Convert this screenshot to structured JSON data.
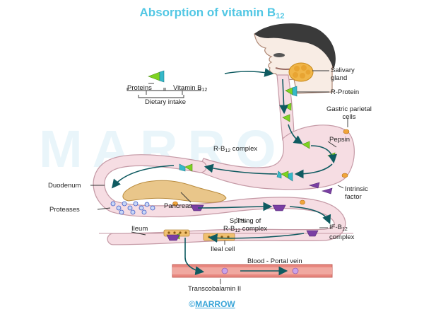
{
  "title": {
    "text": "Absorption of vitamin B",
    "sub": "12"
  },
  "labels": {
    "proteins": "Proteins",
    "vitamin_b12": {
      "text": "Vitamin B",
      "sub": "12"
    },
    "dietary_intake": "Dietary intake",
    "salivary_gland": [
      "Salivary",
      "gland"
    ],
    "r_protein": "R-Protein",
    "gastric_parietal_cells": [
      "Gastric parietal",
      "cells"
    ],
    "pepsin": "Pepsin",
    "r_b12_complex": {
      "text": "R-B",
      "sub": "12",
      "suffix": " complex"
    },
    "intrinsic_factor": [
      "Intrinsic",
      "factor"
    ],
    "duodenum": "Duodenum",
    "pancreas": "Pancreas",
    "proteases": "Proteases",
    "splitting_of": "Splitting of",
    "r_b12_complex_2": {
      "text": "R-B",
      "sub": "12",
      "suffix": " complex"
    },
    "if_b12_complex": {
      "text": "IF-B",
      "sub": "12",
      "line2": "complex"
    },
    "ileum": "Ileum",
    "ileal_cell": "Ileal cell",
    "blood_portal_vein": "Blood - Portal vein",
    "transcobalamin": "Transcobalamin II"
  },
  "watermark": "MARROW",
  "footer": {
    "prefix": "©",
    "brand": "MARROW"
  },
  "colors": {
    "title": "#52c7e4",
    "tract_fill": "#f6dde3",
    "tract_outline": "#c59aa6",
    "arrow": "#0f5b61",
    "r_protein": "#36b9c9",
    "b12_green": "#7ed321",
    "intrinsic_factor": "#7a3fa3",
    "pancreas": "#e9c68a",
    "blood_vessel": "#e8877f"
  }
}
